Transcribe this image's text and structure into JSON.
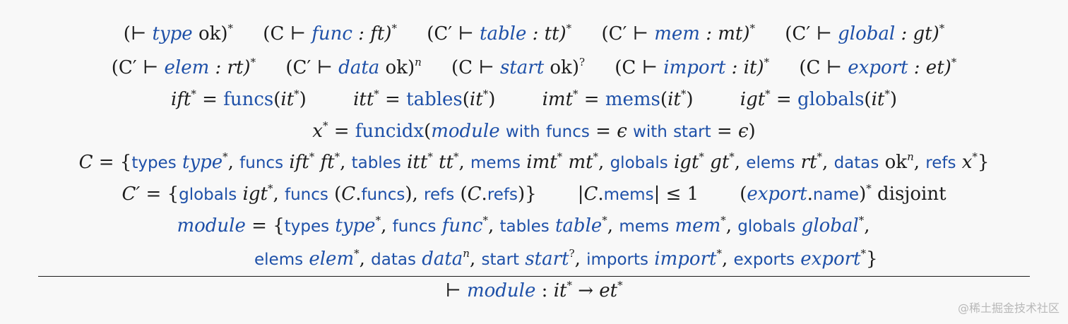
{
  "premises": {
    "line1": {
      "p1": {
        "open": "(⊢ ",
        "kw": "type",
        "rest": " ok)",
        "sup": "*"
      },
      "p2": {
        "open": "(C ⊢ ",
        "kw": "func",
        "rest": " : ft)",
        "sup": "*"
      },
      "p3": {
        "open": "(C′ ⊢ ",
        "kw": "table",
        "rest": " : tt)",
        "sup": "*"
      },
      "p4": {
        "open": "(C′ ⊢ ",
        "kw": "mem",
        "rest": " : mt)",
        "sup": "*"
      },
      "p5": {
        "open": "(C′ ⊢ ",
        "kw": "global",
        "rest": " : gt)",
        "sup": "*"
      }
    },
    "line2": {
      "p1": {
        "open": "(C′ ⊢ ",
        "kw": "elem",
        "rest": " : rt)",
        "sup": "*"
      },
      "p2": {
        "open": "(C′ ⊢ ",
        "kw": "data",
        "rest": " ok)",
        "sup": "n"
      },
      "p3": {
        "open": "(C ⊢ ",
        "kw": "start",
        "rest": " ok)",
        "sup": "?"
      },
      "p4": {
        "open": "(C ⊢ ",
        "kw": "import",
        "rest": " : it)",
        "sup": "*"
      },
      "p5": {
        "open": "(C ⊢ ",
        "kw": "export",
        "rest": " : et)",
        "sup": "*"
      }
    },
    "line3": {
      "e1": {
        "lhs": "ift",
        "op": " = ",
        "fn": "funcs",
        "arg": "it"
      },
      "e2": {
        "lhs": "itt",
        "op": " = ",
        "fn": "tables",
        "arg": "it"
      },
      "e3": {
        "lhs": "imt",
        "op": " = ",
        "fn": "mems",
        "arg": "it"
      },
      "e4": {
        "lhs": "igt",
        "op": " = ",
        "fn": "globals",
        "arg": "it"
      }
    },
    "line4": {
      "lhs": "x",
      "fn": "funcidx",
      "mod": "module",
      "with1": "with",
      "funcs": "funcs",
      "with2": "with",
      "start": "start",
      "eps": "ϵ"
    },
    "line5": {
      "C": "C",
      "types": "types",
      "type": "type",
      "funcs": "funcs",
      "ift": "ift",
      "ft": "ft",
      "tables": "tables",
      "itt": "itt",
      "tt": "tt",
      "mems": "mems",
      "imt": "imt",
      "mt": "mt",
      "globals": "globals",
      "igt": "igt",
      "gt": "gt",
      "elems": "elems",
      "rt": "rt",
      "datas": "datas",
      "ok": "ok",
      "refs": "refs",
      "x": "x"
    },
    "line6": {
      "C": "C′",
      "globals": "globals",
      "igt": "igt",
      "funcs": "funcs",
      "Cf": "C",
      "funcs2": "funcs",
      "refs": "refs",
      "Cr": "C",
      "refs2": "refs",
      "mems_C": "C",
      "mems": "mems",
      "le": "≤ 1",
      "export": "export",
      "name": "name",
      "disjoint": "disjoint"
    },
    "line7": {
      "module": "module",
      "types": "types",
      "type": "type",
      "funcs": "funcs",
      "func": "func",
      "tables": "tables",
      "table": "table",
      "mems": "mems",
      "mem": "mem",
      "globals": "globals",
      "global": "global"
    },
    "line8": {
      "elems": "elems",
      "elem": "elem",
      "datas": "datas",
      "data": "data",
      "start": "start",
      "start2": "start",
      "imports": "imports",
      "import": "import",
      "exports": "exports",
      "export": "export"
    }
  },
  "conclusion": {
    "turnstile": "⊢ ",
    "module": "module",
    "it": "it",
    "arrow": " → ",
    "et": "et"
  },
  "watermark": "@稀土掘金技术社区",
  "colors": {
    "keyword": "#1e50a8",
    "text": "#1c1c1c",
    "background": "#f8f8f8"
  }
}
